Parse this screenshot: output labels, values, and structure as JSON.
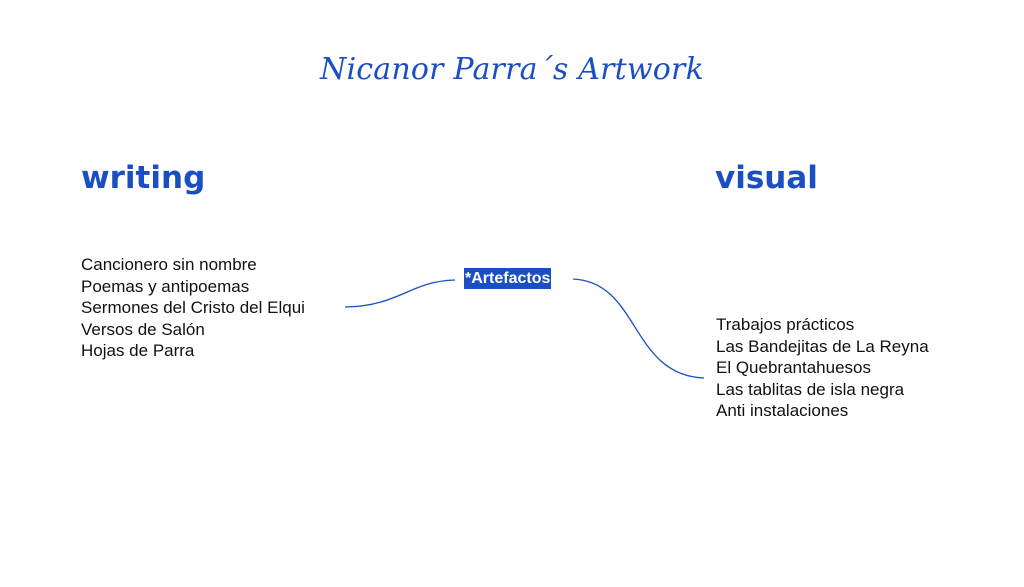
{
  "title": "Nicanor Parra´s Artwork",
  "writing": {
    "heading": "writing",
    "items": [
      "Cancionero sin nombre",
      "Poemas y antipoemas",
      "Sermones del Cristo del Elqui",
      "Versos de Salón",
      "Hojas de Parra"
    ]
  },
  "visual": {
    "heading": "visual",
    "items": [
      "Trabajos prácticos",
      "Las Bandejitas de La Reyna",
      "El Quebrantahuesos",
      "Las tablitas de isla negra",
      "Anti instalaciones"
    ]
  },
  "center": {
    "label": "*Artefactos"
  },
  "colors": {
    "accent": "#1a4fc4",
    "text": "#111111",
    "background": "#ffffff"
  }
}
